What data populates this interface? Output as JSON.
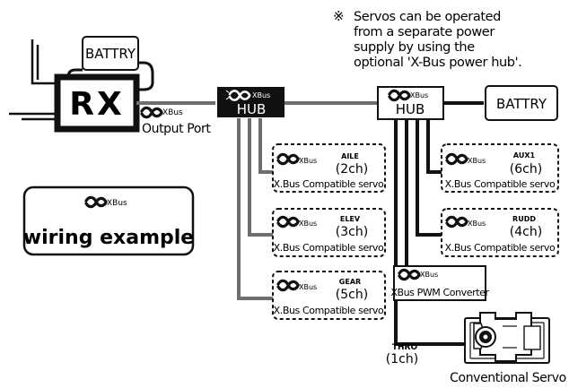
{
  "note": {
    "mark": "※",
    "lines": [
      "Servos can be operated",
      "from a separate power",
      "supply by using the",
      "optional 'X-Bus power hub'."
    ]
  },
  "logo_text": "XBus",
  "battery_left": "BATTRY",
  "battery_right": "BATTRY",
  "rx_label": "RX",
  "output_port": "Output Port",
  "hub_left": "HUB",
  "hub_right": "HUB",
  "wiring_example": "wiring example",
  "servo_caption": "X.Bus Compatible servo",
  "servos": [
    {
      "name": "AILE",
      "ch": "(2ch)"
    },
    {
      "name": "ELEV",
      "ch": "(3ch)"
    },
    {
      "name": "GEAR",
      "ch": "(5ch)"
    },
    {
      "name": "AUX1",
      "ch": "(6ch)"
    },
    {
      "name": "RUDD",
      "ch": "(4ch)"
    }
  ],
  "converter_label": "XBus PWM Converter",
  "thro": {
    "name": "THRO",
    "ch": "(1ch)"
  },
  "conventional_servo": "Conventional Servo"
}
